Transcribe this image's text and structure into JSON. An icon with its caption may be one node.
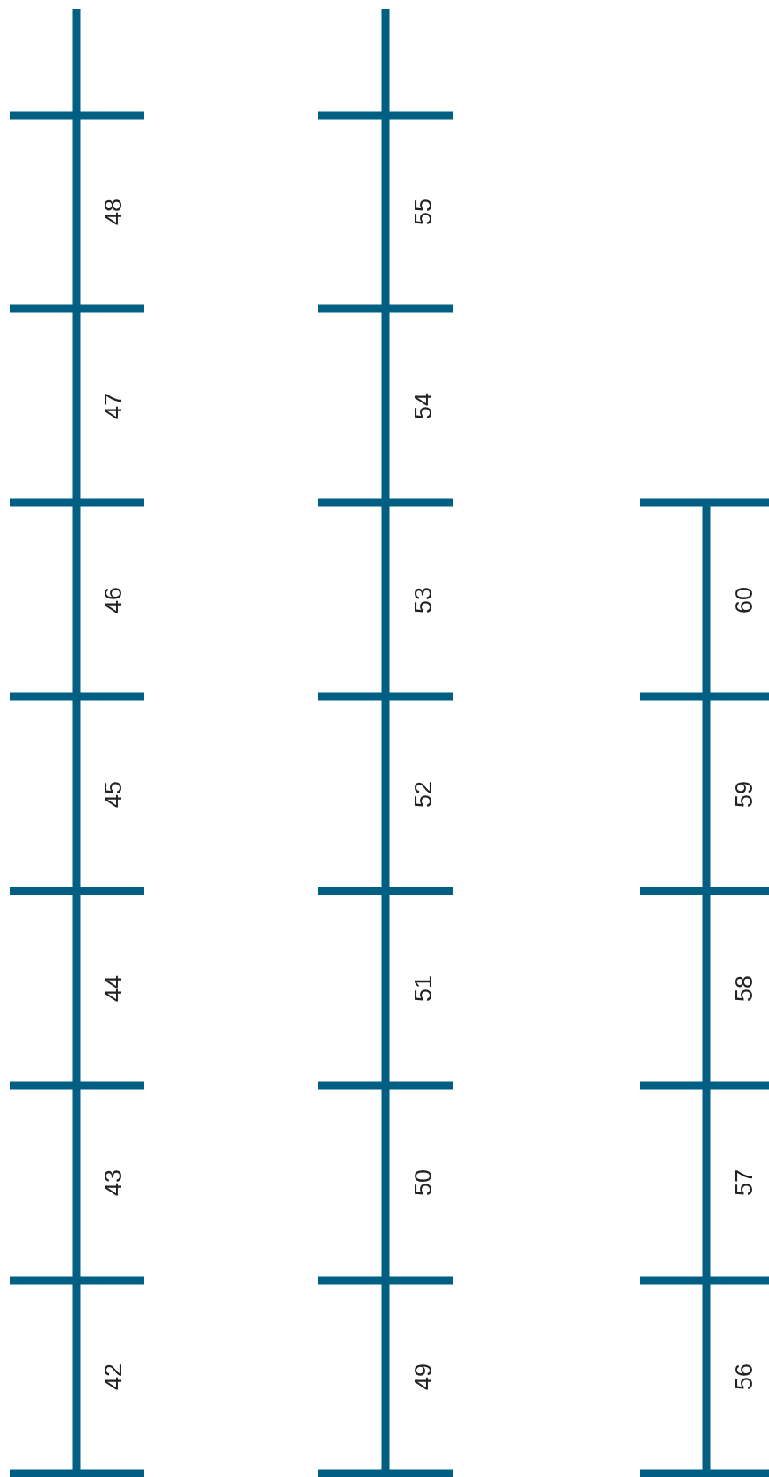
{
  "diagram": {
    "labels": [
      "42",
      "43",
      "44",
      "45",
      "46",
      "47",
      "48",
      "49",
      "50",
      "51",
      "52",
      "53",
      "54",
      "55",
      "56",
      "57",
      "58",
      "59",
      "60"
    ]
  }
}
